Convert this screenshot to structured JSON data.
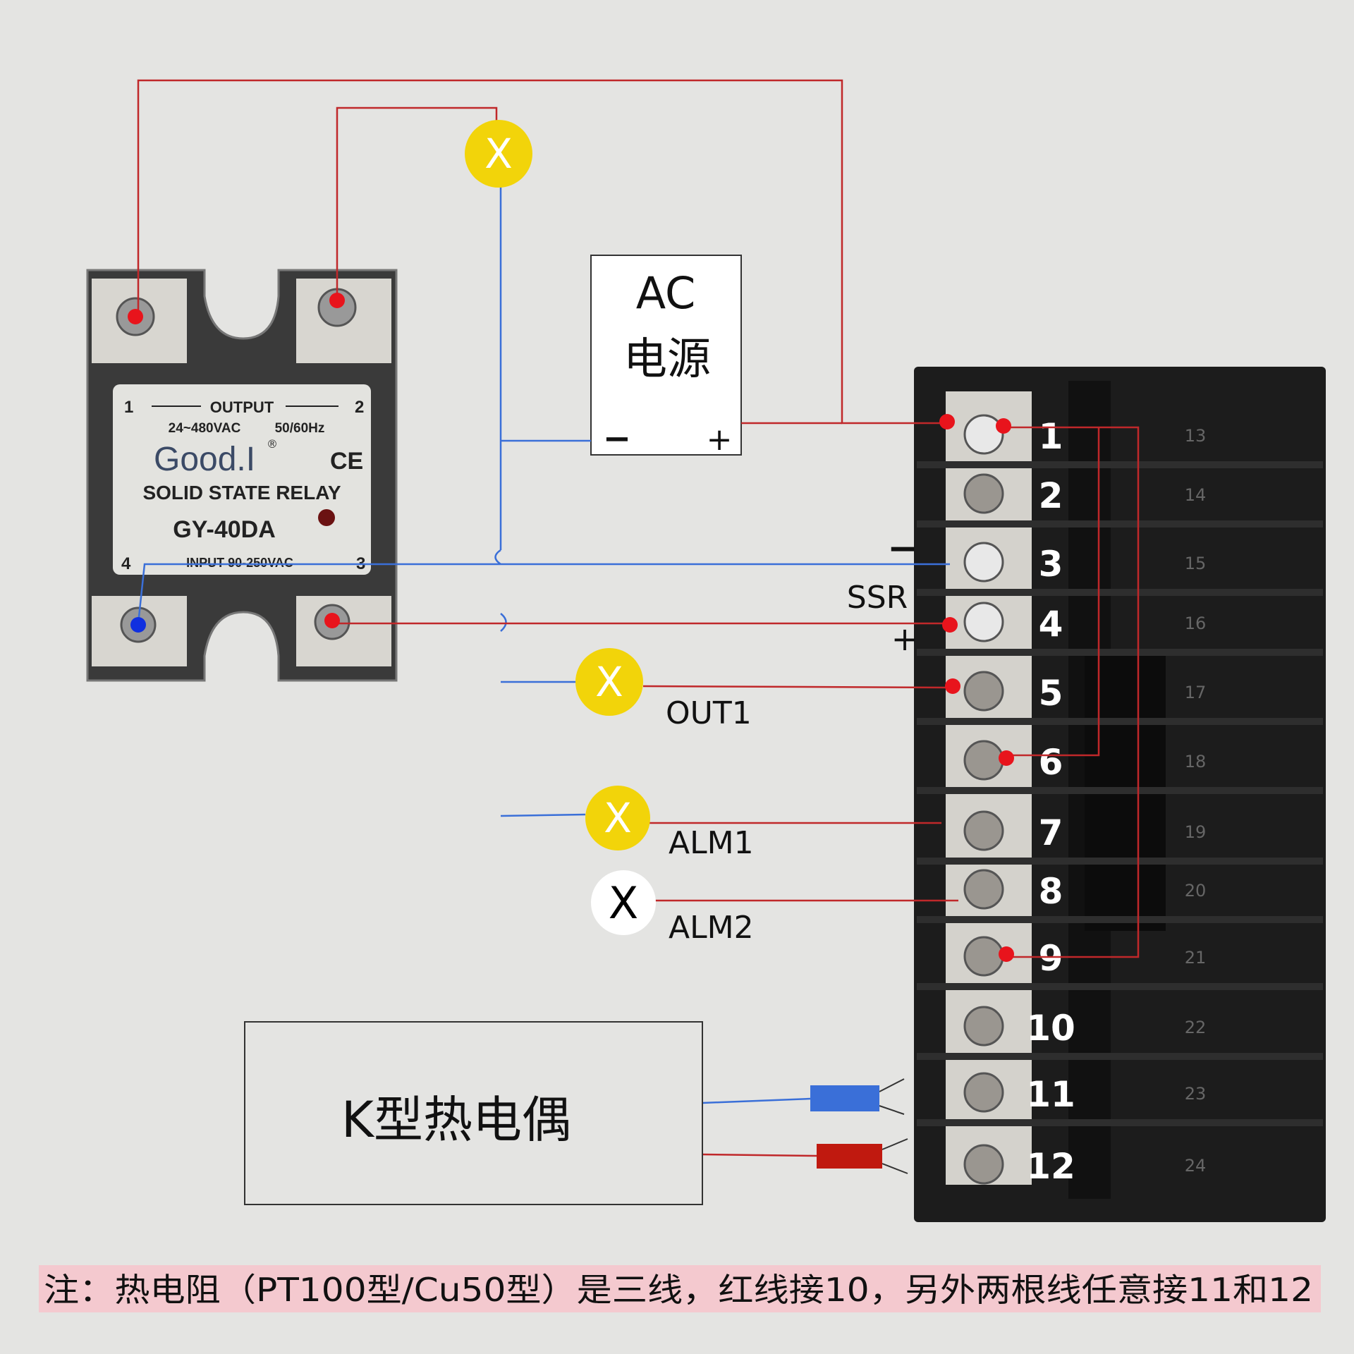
{
  "colors": {
    "wire_red": "#c0282a",
    "wire_blue": "#3a6fd8",
    "lamp_yellow": "#f2d40a",
    "note_bg": "#f4c9cf",
    "controller": "#1c1c1c"
  },
  "ssr": {
    "out_left": "1",
    "out_right": "2",
    "output": "OUTPUT",
    "rating": "24~480VAC",
    "freq": "50/60Hz",
    "brand": "Good.I",
    "reg": "®",
    "ce": "CE",
    "type": "SOLID  STATE  RELAY",
    "model": "GY-40DA",
    "in_left": "4",
    "in_right": "3",
    "input": "INPUT 90-250VAC"
  },
  "power": {
    "line1": "AC",
    "line2": "电源",
    "minus": "−",
    "plus": "+"
  },
  "lamps": [
    {
      "symbol": "X",
      "color": "yellow"
    },
    {
      "symbol": "X",
      "color": "yellow"
    },
    {
      "symbol": "X",
      "color": "yellow"
    },
    {
      "symbol": "X",
      "color": "white"
    }
  ],
  "labels": {
    "ssr_minus": "−",
    "ssr": "SSR",
    "ssr_plus": "+",
    "out1": "OUT1",
    "alm1": "ALM1",
    "alm2": "ALM2"
  },
  "controller": {
    "left_terminals": [
      "1",
      "2",
      "3",
      "4",
      "5",
      "6",
      "7",
      "8",
      "9",
      "10",
      "11",
      "12"
    ],
    "right_terminals": [
      "13",
      "14",
      "15",
      "16",
      "17",
      "18",
      "19",
      "20",
      "21",
      "22",
      "23",
      "24"
    ]
  },
  "sensor": {
    "label": "K型热电偶"
  },
  "note": "注：热电阻（PT100型/Cu50型）是三线，红线接10，另外两根线任意接11和12"
}
